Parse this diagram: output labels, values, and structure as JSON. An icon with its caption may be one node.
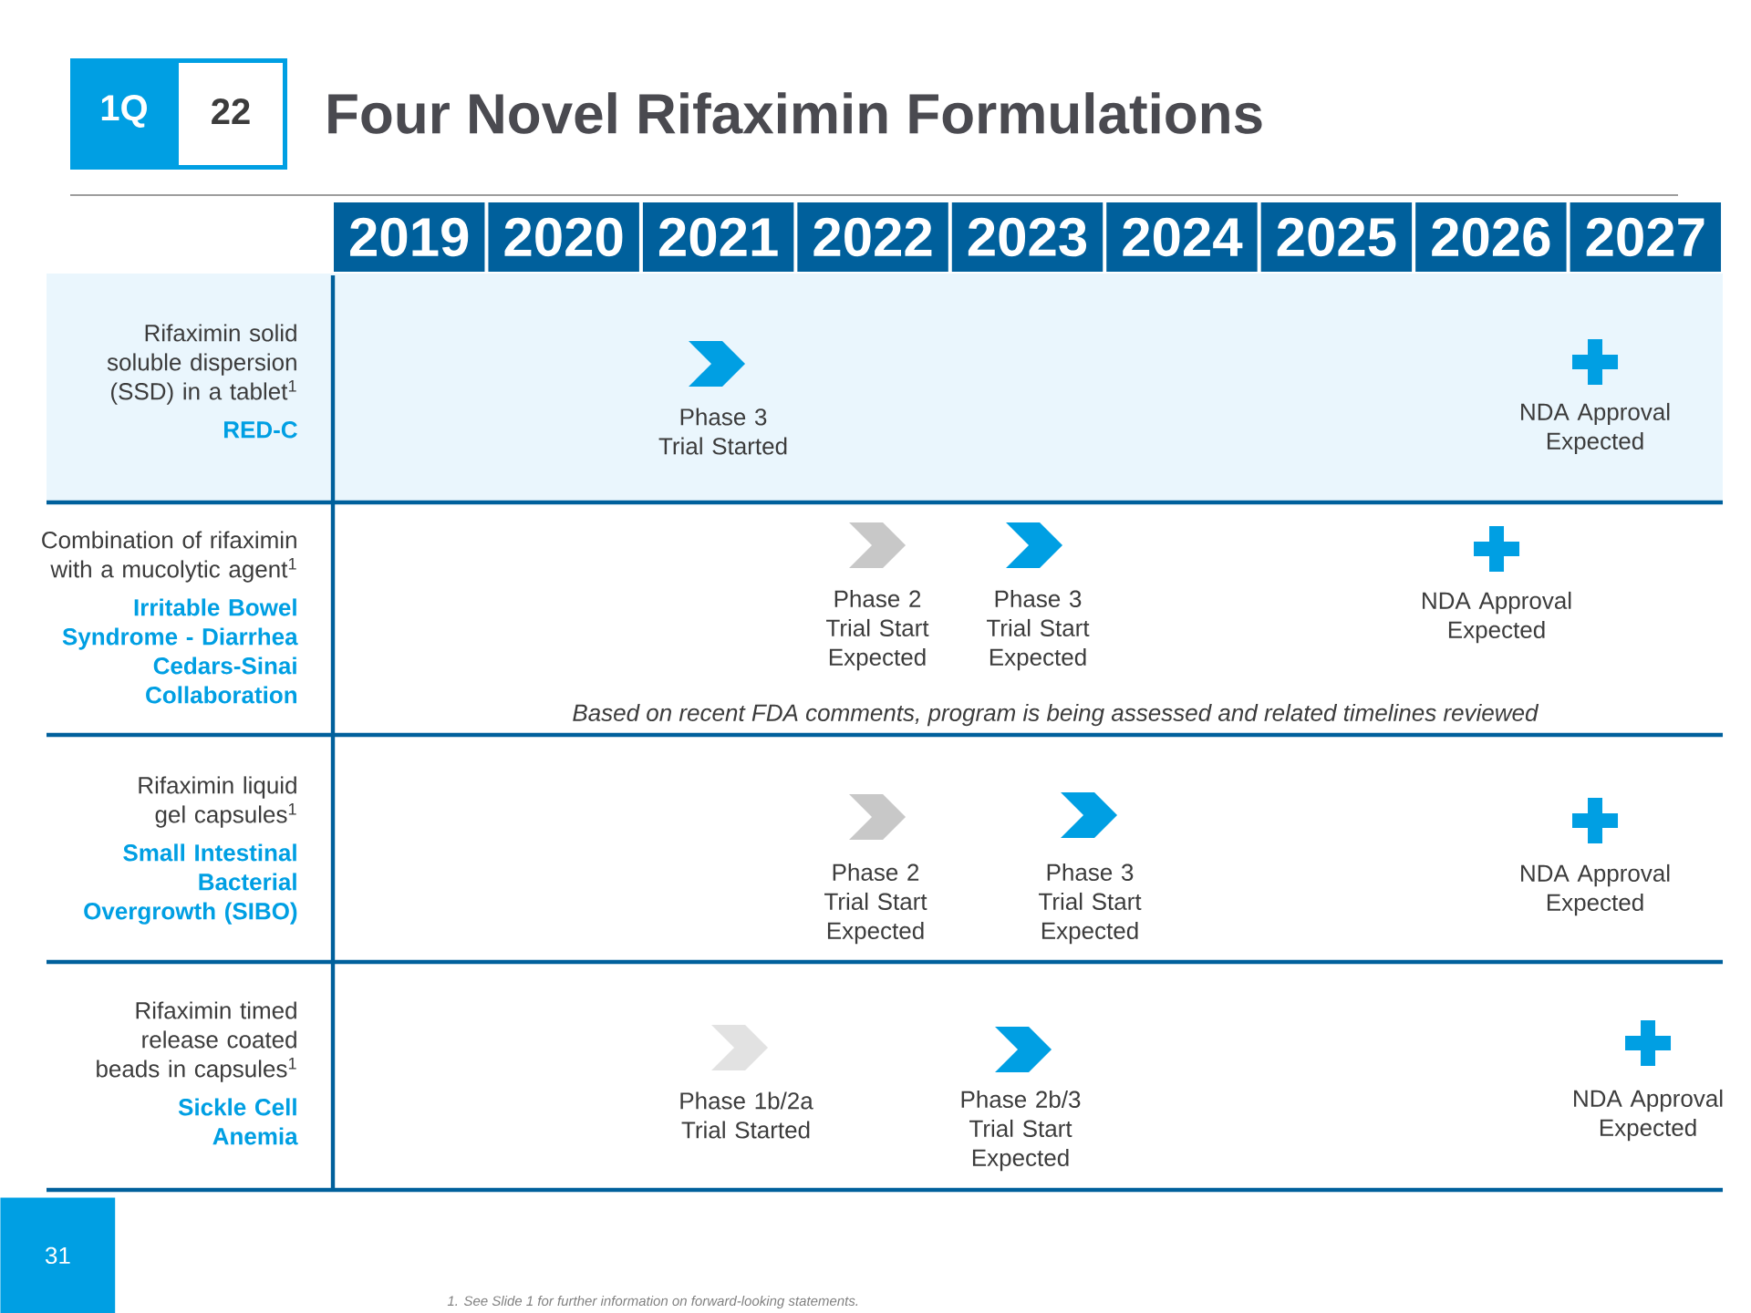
{
  "diagram": {
    "title": "Four Novel Rifaximin Formulations",
    "caption": "1.  See Slide 1 for further information on forward-looking statements.",
    "nodes": [
      {
        "text": [
          "1Q",
          "22"
        ]
      },
      {
        "text": [
          "2019"
        ]
      },
      {
        "text": [
          "2020"
        ]
      },
      {
        "text": [
          "2021"
        ]
      },
      {
        "text": [
          "2022"
        ]
      },
      {
        "text": [
          "2023"
        ]
      },
      {
        "text": [
          "2024"
        ]
      },
      {
        "text": [
          "2025"
        ]
      },
      {
        "text": [
          "2026"
        ]
      },
      {
        "text": [
          "2027"
        ]
      },
      {
        "text": [
          "Rifaximin solid soluble dispersion (SSD) in a tablet$^{1}$",
          "RED-C"
        ]
      },
      {
        "text": [
          "Phase 3 Trial Started"
        ]
      },
      {
        "text": [
          "NDA Approval Expected"
        ]
      },
      {
        "text": [
          "Combination of rifaximin with a mucolytic agent$^{1}$",
          "Irritable Bowel Syndrome - Diarrhea",
          "Cedars-Sinai Collaboration"
        ]
      },
      {
        "text": [
          "Phase 2 Trial Start Expected"
        ]
      },
      {
        "text": [
          "Phase 3 Trial Start Expected"
        ]
      },
      {
        "text": [
          "NDA Approval Expected"
        ]
      },
      {
        "text": [
          "Rifaximin liquid gel capsules$^{1}$",
          "Small Intestinal Bacterial Overgrowth (SIBO)"
        ]
      },
      {
        "text": [
          "Phase 2 Trial Start Expected"
        ]
      },
      {
        "text": [
          "Phase 3 Trial Start Expected"
        ]
      },
      {
        "text": [
          "NDA Approval Expected"
        ]
      },
      {
        "text": [
          "Rifaximin timed release coated beads in capsules$^{1}$",
          "Sickle Cell Anemia"
        ]
      },
      {
        "text": [
          "Phase 1b/2a Trial Started"
        ]
      },
      {
        "text": [
          "Phase 2b/3 Trial Start Expected"
        ]
      },
      {
        "text": [
          "NDA Approval Expected"
        ]
      }
    ],
    "labels": [
      "Based on recent FDA comments, program is being assessed and related timelines reviewed",
      "31"
    ]
  }
}
